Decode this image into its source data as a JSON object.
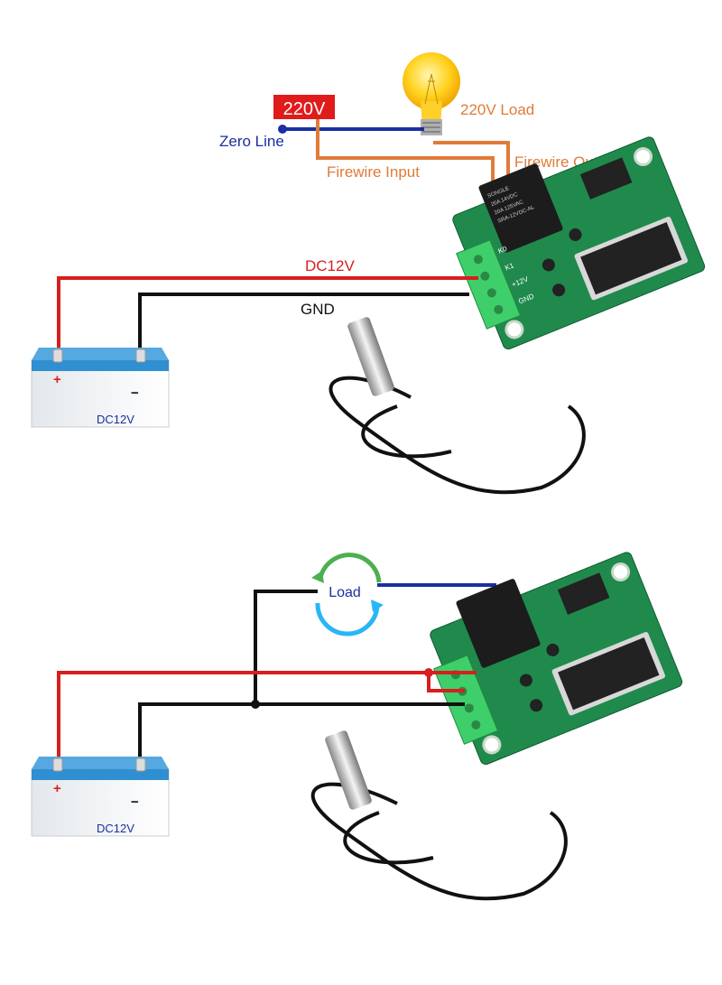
{
  "top_diagram": {
    "supply_label": "220V",
    "zero_line_label": "Zero Line",
    "load_label": "220V Load",
    "firewire_input_label": "Firewire Input",
    "firewire_output_label": "Firewire Output",
    "dc_line_label": "DC12V",
    "gnd_label": "GND",
    "battery": {
      "plus": "+",
      "minus": "−",
      "label": "DC12V"
    }
  },
  "bottom_diagram": {
    "load_label": "Load",
    "battery": {
      "plus": "+",
      "minus": "−",
      "label": "DC12V"
    }
  },
  "board": {
    "relay_text": [
      "SONGLE",
      "20A 14VDC",
      "20A 125VAC",
      "SRA-12VDC-AL"
    ],
    "terminal_labels": [
      "K0",
      "K1",
      "+12V",
      "GND"
    ]
  },
  "colors": {
    "supply_red": "#e01b1b",
    "zero_line_blue": "#1a2fa0",
    "firewire_orange": "#e07b39",
    "dc_red": "#d81e1e",
    "gnd_black": "#111111",
    "battery_top": "#2f8fd0",
    "board_green": "#1f8a4c",
    "terminal_green": "#3fcf6a"
  }
}
